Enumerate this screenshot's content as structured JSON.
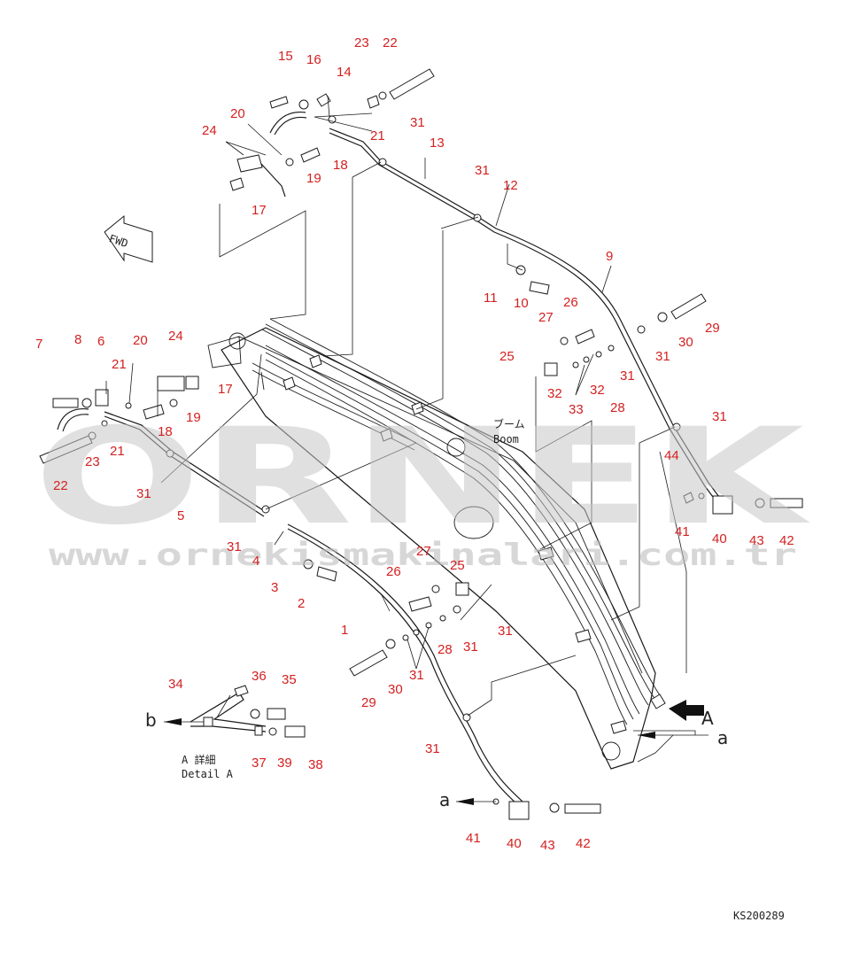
{
  "watermark": {
    "main": "ORNEK",
    "url": "www.ornekismakinalari.com.tr"
  },
  "labels": {
    "boom_jp": "ブーム",
    "boom_en": "Boom",
    "detail_jp": "A 詳細",
    "detail_en": "Detail A",
    "fwd": "FWD",
    "ref_code": "KS200289",
    "arrow_a_big": "A",
    "arrow_a1": "a",
    "arrow_a2": "a",
    "arrow_b": "b"
  },
  "callouts": {
    "c15": "15",
    "c16": "16",
    "c14": "14",
    "c23a": "23",
    "c22a": "22",
    "c20a": "20",
    "c21a": "21",
    "c24a": "24",
    "c18a": "18",
    "c19a": "19",
    "c17a": "17",
    "c31a": "31",
    "c13": "13",
    "c31b": "31",
    "c12": "12",
    "c9": "9",
    "c11": "11",
    "c10": "10",
    "c26a": "26",
    "c27a": "27",
    "c29a": "29",
    "c30a": "30",
    "c31c": "31",
    "c25a": "25",
    "c32a": "32",
    "c33": "33",
    "c32b": "32",
    "c28a": "28",
    "c31d": "31",
    "c7": "7",
    "c8": "8",
    "c6": "6",
    "c20b": "20",
    "c21b": "21",
    "c24b": "24",
    "c17b": "17",
    "c18b": "18",
    "c19b": "19",
    "c23b": "23",
    "c21c": "21",
    "c22b": "22",
    "c31e": "31",
    "c5": "5",
    "c31f": "31",
    "c4": "4",
    "c3": "3",
    "c2": "2",
    "c1": "1",
    "c27b": "27",
    "c26b": "26",
    "c25b": "25",
    "c31g": "31",
    "c28b": "28",
    "c31h": "31",
    "c29b": "29",
    "c30b": "30",
    "c31i": "31",
    "c31j": "31",
    "c44": "44",
    "c41a": "41",
    "c40a": "40",
    "c43a": "43",
    "c42a": "42",
    "c31k": "31",
    "c34": "34",
    "c36": "36",
    "c35": "35",
    "c37": "37",
    "c39": "39",
    "c38": "38",
    "c41b": "41",
    "c40b": "40",
    "c43b": "43",
    "c42b": "42"
  }
}
